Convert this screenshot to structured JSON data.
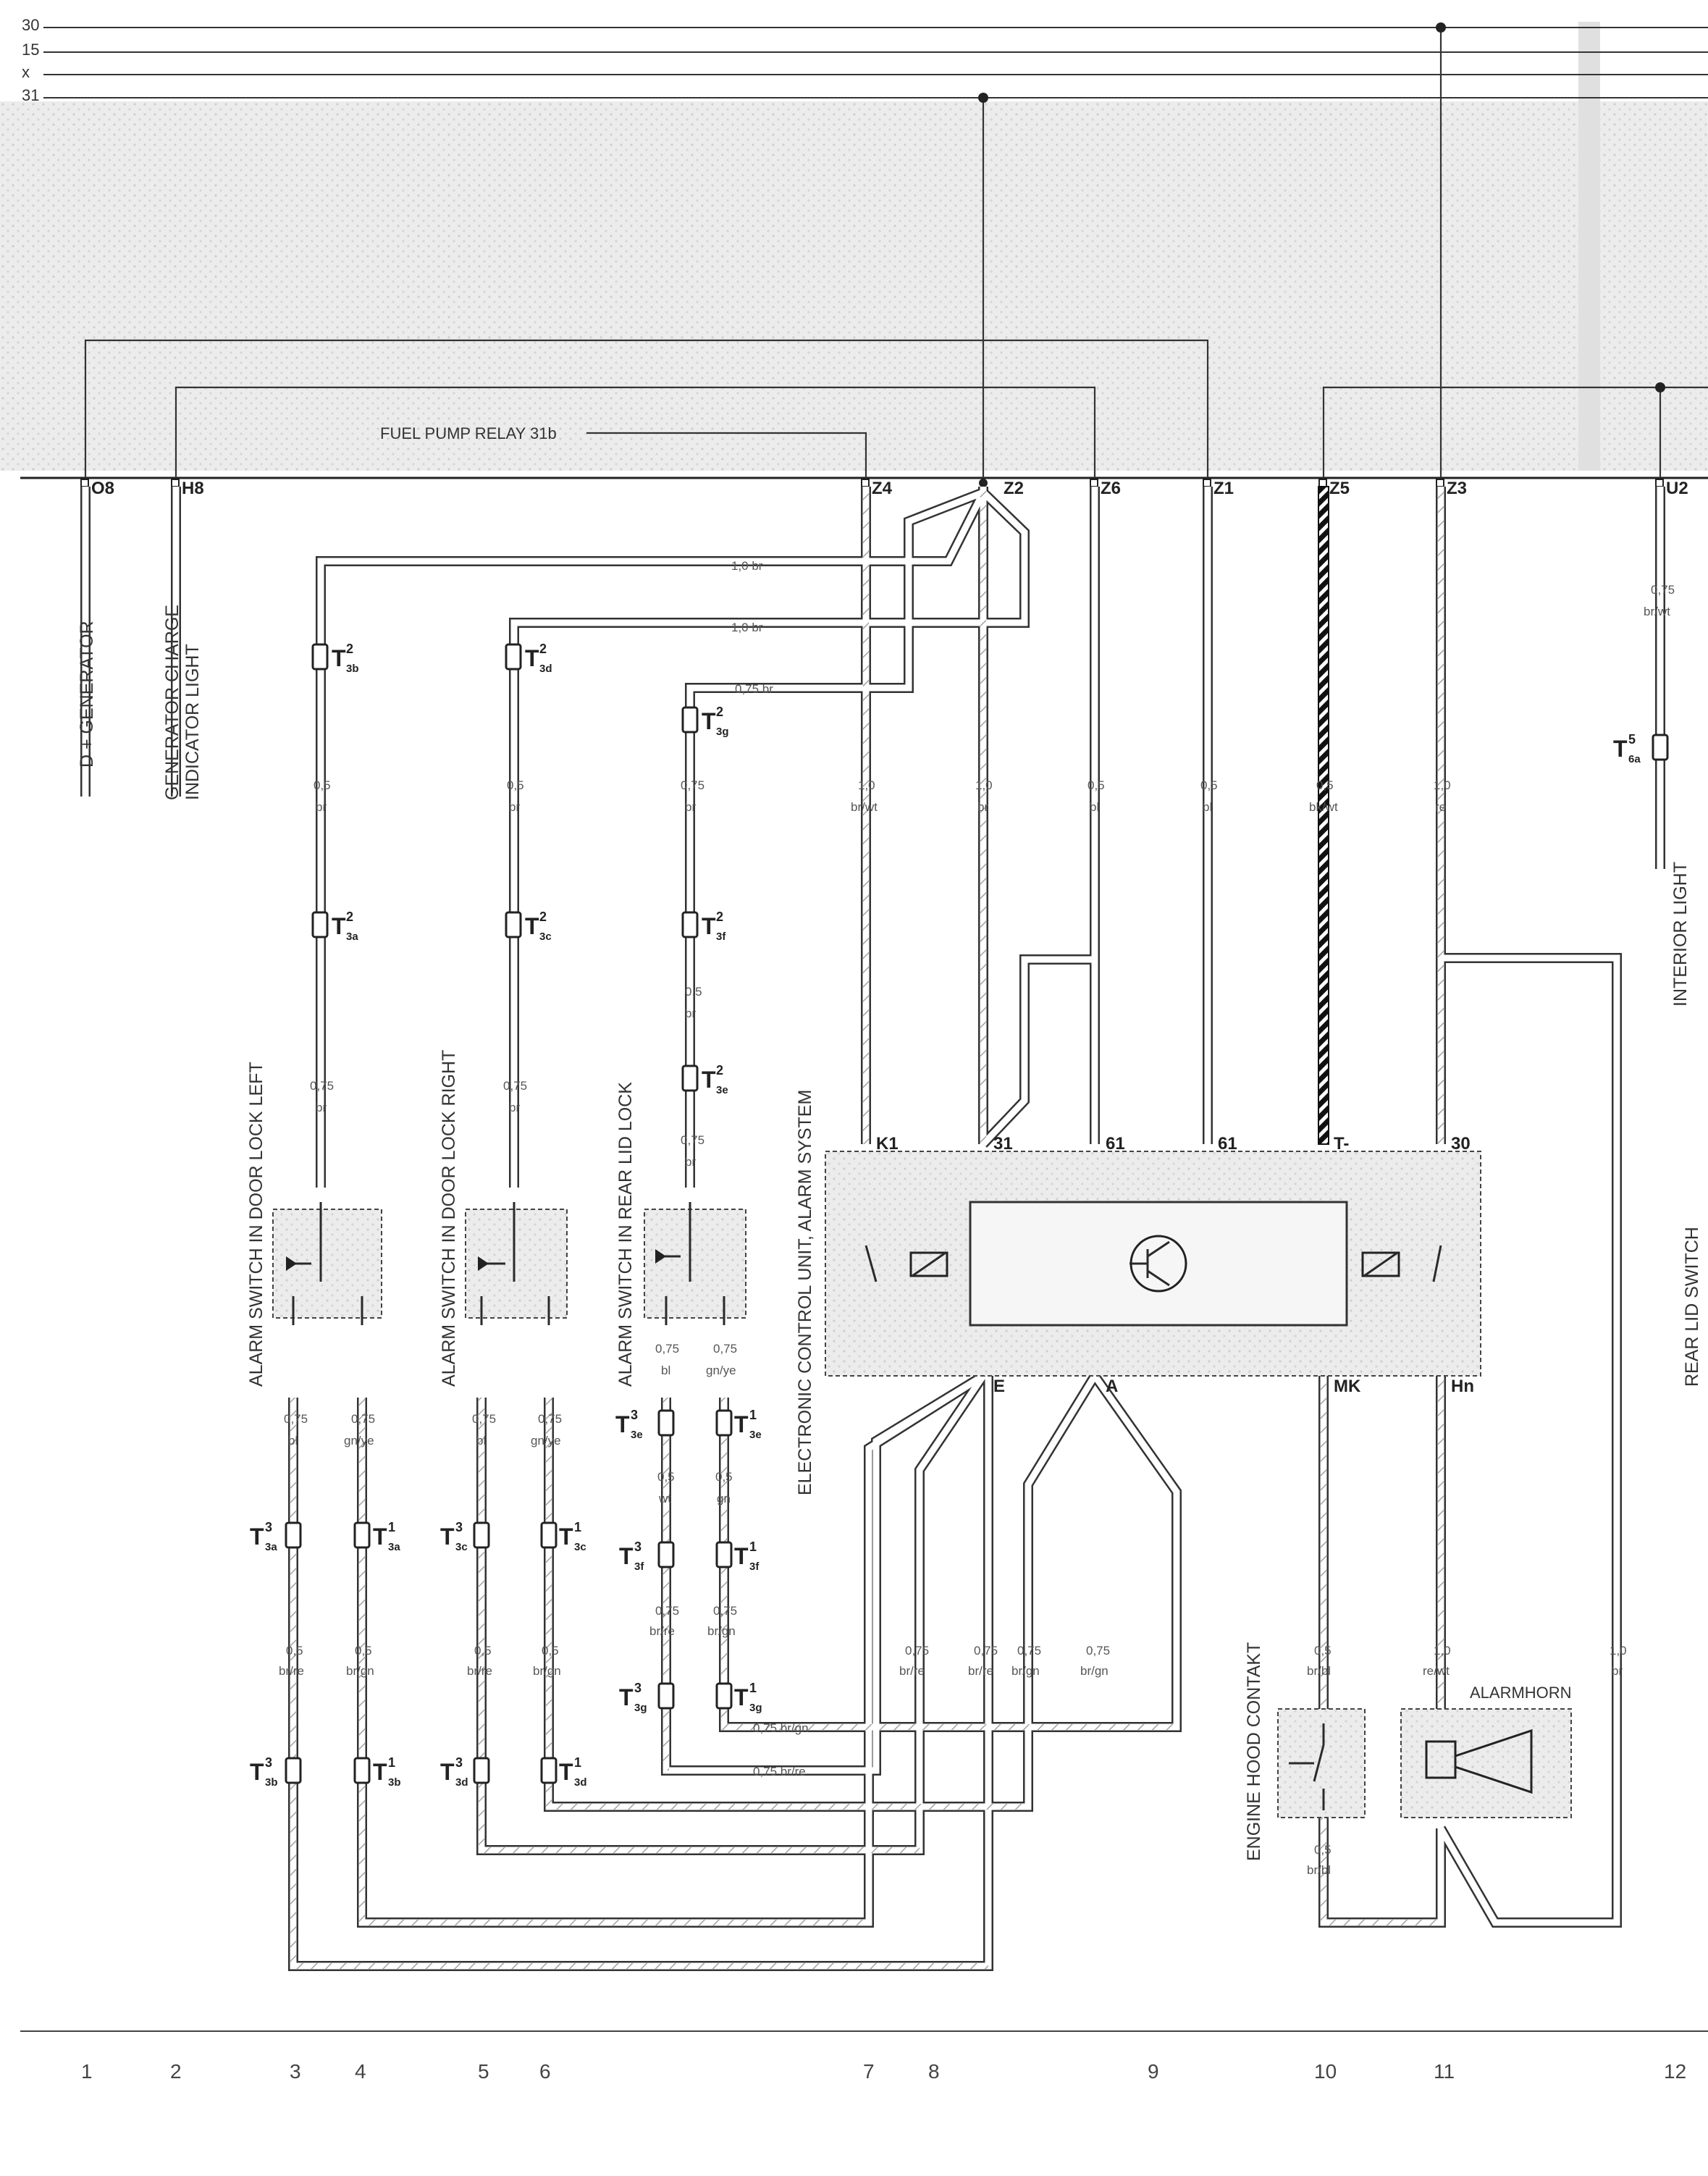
{
  "bus_lines": [
    "30",
    "15",
    "x",
    "31"
  ],
  "top_labels": {
    "fuel_pump_relay": "FUEL PUMP RELAY 31b"
  },
  "terminals": {
    "o8": "O8",
    "h8": "H8",
    "z4": "Z4",
    "z2": "Z2",
    "z6": "Z6",
    "z1": "Z1",
    "z5": "Z5",
    "z3": "Z3",
    "u2": "U2"
  },
  "vertical_labels": {
    "d_generator": "D + GENERATOR",
    "gen_charge_1": "GENERATOR CHARGE",
    "gen_charge_2": "INDICATOR LIGHT",
    "interior_light": "INTERIOR LIGHT",
    "alarm_left": "ALARM SWITCH IN DOOR LOCK  LEFT",
    "alarm_right": "ALARM SWITCH IN DOOR LOCK  RIGHT",
    "alarm_rear": "ALARM SWITCH IN REAR LID LOCK",
    "ecu": "ELECTRONIC  CONTROL  UNIT,  ALARM  SYSTEM",
    "engine_hood": "ENGINE HOOD CONTAKT",
    "rear_lid": "REAR LID SWITCH"
  },
  "ecu_pins": {
    "k1": "K1",
    "p31": "31",
    "p61a": "61",
    "p61b": "61",
    "tminus": "T-",
    "p30": "30",
    "e": "E",
    "a": "A",
    "mk": "MK",
    "hn": "Hn"
  },
  "alarmhorn": "ALARMHORN",
  "connectors": {
    "c_t3b2": {
      "main": "T",
      "sup": "2",
      "sub": "3b"
    },
    "c_t3d2": {
      "main": "T",
      "sup": "2",
      "sub": "3d"
    },
    "c_t3g2": {
      "main": "T",
      "sup": "2",
      "sub": "3g"
    },
    "c_t3a2": {
      "main": "T",
      "sup": "2",
      "sub": "3a"
    },
    "c_t3c2": {
      "main": "T",
      "sup": "2",
      "sub": "3c"
    },
    "c_t3f2": {
      "main": "T",
      "sup": "2",
      "sub": "3f"
    },
    "c_t3e2": {
      "main": "T",
      "sup": "2",
      "sub": "3e"
    },
    "c_t6a5": {
      "main": "T",
      "sup": "5",
      "sub": "6a"
    },
    "c_t3a3": {
      "main": "T",
      "sup": "3",
      "sub": "3a"
    },
    "c_t3a1": {
      "main": "T",
      "sup": "1",
      "sub": "3a"
    },
    "c_t3c3": {
      "main": "T",
      "sup": "3",
      "sub": "3c"
    },
    "c_t3c1": {
      "main": "T",
      "sup": "1",
      "sub": "3c"
    },
    "c_t3e3": {
      "main": "T",
      "sup": "3",
      "sub": "3e"
    },
    "c_t3e1": {
      "main": "T",
      "sup": "1",
      "sub": "3e"
    },
    "c_t3f3": {
      "main": "T",
      "sup": "3",
      "sub": "3f"
    },
    "c_t3f1": {
      "main": "T",
      "sup": "1",
      "sub": "3f"
    },
    "c_t3g3": {
      "main": "T",
      "sup": "3",
      "sub": "3g"
    },
    "c_t3g1": {
      "main": "T",
      "sup": "1",
      "sub": "3g"
    },
    "c_t3b3": {
      "main": "T",
      "sup": "3",
      "sub": "3b"
    },
    "c_t3b1": {
      "main": "T",
      "sup": "1",
      "sub": "3b"
    },
    "c_t3d3": {
      "main": "T",
      "sup": "3",
      "sub": "3d"
    },
    "c_t3d1": {
      "main": "T",
      "sup": "1",
      "sub": "3d"
    }
  },
  "wire_labels": {
    "h1": "1,0  br",
    "h2": "1,0  br",
    "h3": "0,75  br",
    "z4s": "1,0",
    "z4c": "br/wt",
    "z2s": "1,0",
    "z2c": "br",
    "z6s": "0,5",
    "z6c": "bl",
    "z1s": "0,5",
    "z1c": "bl",
    "z5s": "0,5",
    "z5c": "bk/wt",
    "z3s": "1,0",
    "z3c": "re",
    "u2s": "0,75",
    "u2c": "br/wt",
    "c3as": "0,5",
    "c3ac": "br",
    "c3bs": "0,75",
    "c3bc": "br",
    "c5as": "0,5",
    "c5ac": "br",
    "c5bs": "0,75",
    "c5bc": "br",
    "c6as": "0,75",
    "c6ac": "br",
    "c6bs": "0,5",
    "c6bc": "br",
    "c6cs": "0,75",
    "c6cc": "br",
    "l3as": "0,75",
    "l3ac": "bl",
    "l4as": "0,75",
    "l4ac": "gn/ye",
    "l5as": "0,75",
    "l5ac": "bl",
    "l6as": "0,75",
    "l6ac": "gn/ye",
    "r1s": "0,75",
    "r1c": "bl",
    "r2s": "0,75",
    "r2c": "gn/ye",
    "r3s": "0,5",
    "r3c": "wt",
    "r4s": "0,5",
    "r4c": "gn",
    "r5s": "0,75",
    "r5c": "br/re",
    "r6s": "0,75",
    "r6c": "br/gn",
    "b3s": "0,5",
    "b3c": "br/re",
    "b4s": "0,5",
    "b4c": "br/gn",
    "b5s": "0,5",
    "b5c": "br/re",
    "b6s": "0,5",
    "b6c": "br/gn",
    "e1s": "0,75",
    "e1c": "br/re",
    "e2s": "0,75",
    "e2c": "br/re",
    "e3s": "0,75",
    "e3c": "br/gn",
    "e4s": "0,75",
    "e4c": "br/gn",
    "h_gn": "0,75  br/gn",
    "h_re": "0,75  br/re",
    "mks": "0,5",
    "mkc": "br/bl",
    "mk2s": "0,5",
    "mk2c": "br/bl",
    "hns": "1,0",
    "hnc": "re/wt",
    "rls": "1,0",
    "rlc": "br"
  },
  "column_numbers": [
    "1",
    "2",
    "3",
    "4",
    "5",
    "6",
    "7",
    "8",
    "9",
    "10",
    "11",
    "12"
  ]
}
